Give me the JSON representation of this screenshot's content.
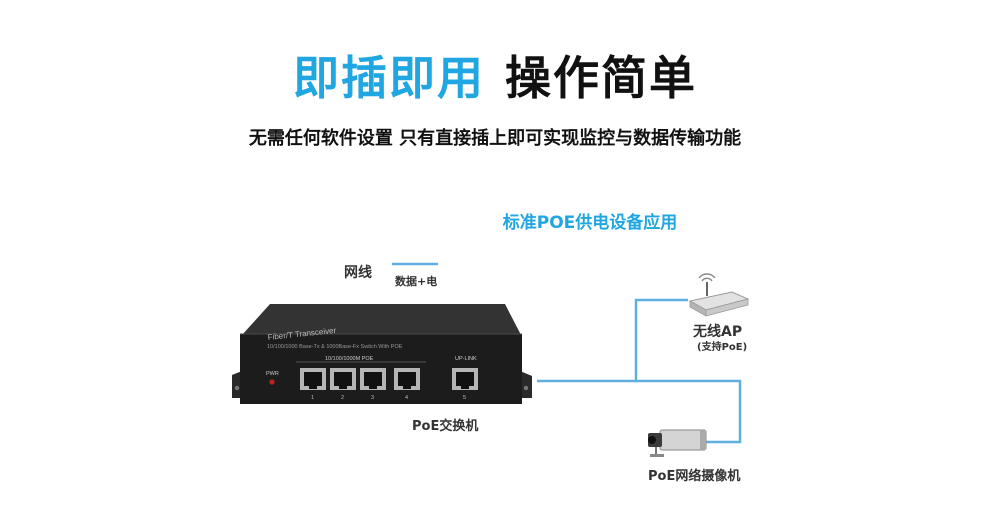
{
  "headline": {
    "part1": "即插即用",
    "part2": "操作简单"
  },
  "subtitle": "无需任何软件设置 只有直接插上即可实现监控与数据传输功能",
  "diagram": {
    "title": "标准POE供电设备应用",
    "cable_label": "网线",
    "cable_sub": "数据+电",
    "switch": {
      "label": "PoE交换机",
      "top_text1": "Fiber/T Transceiver",
      "top_text2": "10/100/1000 Base-Tx & 1000Base-Fx Switch With POE",
      "poe_group": "10/100/1000M  POE",
      "uplink_group": "UP-LINK",
      "pwr": "PWR",
      "ports": [
        "1",
        "2",
        "3",
        "4"
      ],
      "uplink_port": "5"
    },
    "ap": {
      "label": "无线AP",
      "sub": "(支持PoE)"
    },
    "camera": {
      "label": "PoE网络摄像机"
    }
  },
  "colors": {
    "accent": "#20a6e0",
    "cable": "#5fb0e0"
  }
}
